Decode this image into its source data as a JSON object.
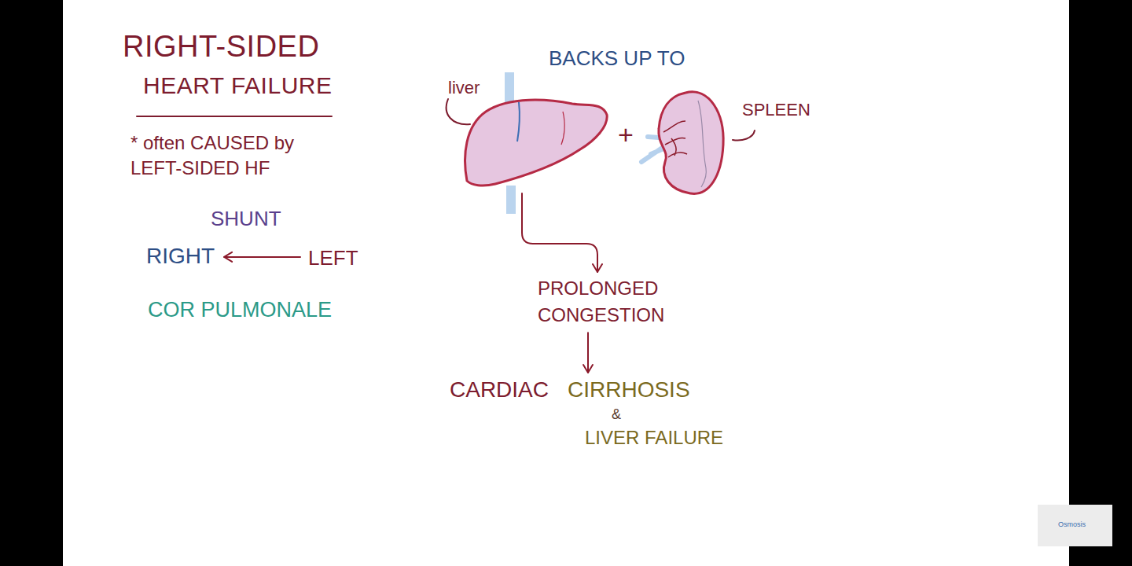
{
  "diagram": {
    "title": "RIGHT-SIDED HEART FAILURE",
    "nodes": [
      {
        "text": [
          "RIGHT"
        ]
      },
      {
        "text": [
          "LEFT"
        ]
      },
      {
        "text": [
          "liver"
        ]
      },
      {
        "text": [
          "SPLEEN"
        ]
      },
      {
        "text": [
          "PROLONGED CONGESTION"
        ]
      },
      {
        "text": [
          "CARDIAC",
          "CIRRHOSIS",
          "&",
          "LIVER FAILURE"
        ]
      }
    ],
    "edges": [
      {
        "from": 1,
        "to": 0,
        "arrow": "to"
      },
      {
        "from": 2,
        "to": 4,
        "arrow": "to"
      },
      {
        "from": 4,
        "to": 5,
        "arrow": "to"
      }
    ],
    "labels": [
      "* often CAUSED by LEFT-SIDED HF",
      "SHUNT",
      "COR PULMONALE",
      "BACKS UP TO",
      "+",
      "Osmosis"
    ]
  }
}
